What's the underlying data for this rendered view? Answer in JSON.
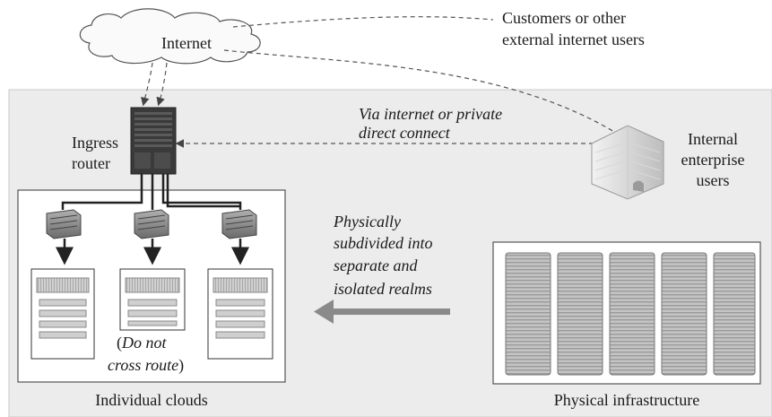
{
  "labels": {
    "internet": "Internet",
    "customers_line1": "Customers or other",
    "customers_line2": "external internet users",
    "via_line1": "Via internet or private",
    "via_line2": "direct connect",
    "ingress_line1": "Ingress",
    "ingress_line2": "router",
    "internal_line1": "Internal",
    "internal_line2": "enterprise",
    "internal_line3": "users",
    "phys_line1": "Physically",
    "phys_line2": "subdivided into",
    "phys_line3": "separate and",
    "phys_line4": "isolated realms",
    "do_not_line1_paren": "(",
    "do_not_line1_text": "Do not",
    "do_not_line2_text": "cross route",
    "do_not_line2_paren": ")",
    "individual_clouds": "Individual clouds",
    "physical_infrastructure": "Physical infrastructure"
  },
  "colors": {
    "background_panel": "#ececec",
    "box_border": "#555555",
    "rack_dark": "#3a3a3a",
    "rack_light": "#bdbdbd",
    "arrow_gray": "#8a8a8a"
  }
}
